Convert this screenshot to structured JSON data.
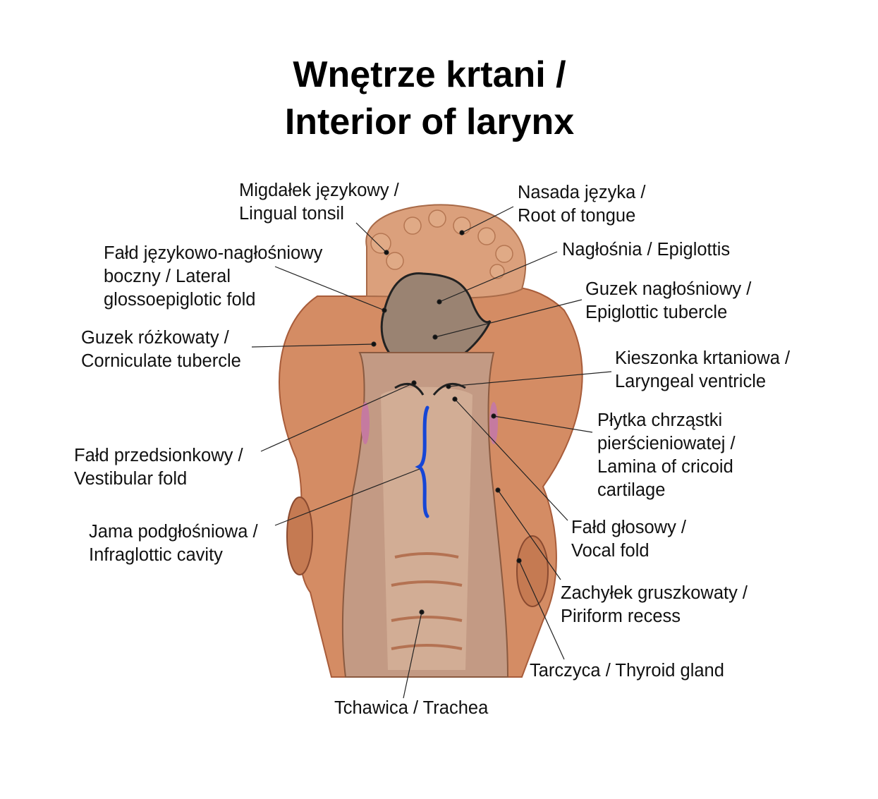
{
  "title": {
    "line1": "Wnętrze krtani /",
    "line2": "Interior of larynx"
  },
  "labels": {
    "lingual_tonsil": [
      "Migdałek językowy /",
      "Lingual tonsil"
    ],
    "root_of_tongue": [
      "Nasada języka /",
      "Root of tongue"
    ],
    "epiglottis": [
      "Nagłośnia / Epiglottis"
    ],
    "epiglottic_tubercle": [
      "Guzek nagłośniowy /",
      "Epiglottic tubercle"
    ],
    "lateral_glossoepiglottic_fold": [
      "Fałd językowo-nagłośniowy",
      "boczny / Lateral",
      "glossoepiglotic fold"
    ],
    "corniculate_tubercle": [
      "Guzek różkowaty /",
      "Corniculate tubercle"
    ],
    "laryngeal_ventricle": [
      "Kieszonka krtaniowa /",
      "Laryngeal ventricle"
    ],
    "cricoid_lamina": [
      "Płytka chrząstki",
      "pierścieniowatej /",
      "Lamina of cricoid",
      "cartilage"
    ],
    "vestibular_fold": [
      "Fałd przedsionkowy /",
      "Vestibular fold"
    ],
    "infraglottic_cavity": [
      "Jama podgłośniowa /",
      "Infraglottic cavity"
    ],
    "vocal_fold": [
      "Fałd głosowy /",
      "Vocal fold"
    ],
    "piriform_recess": [
      "Zachyłek gruszkowaty /",
      "Piriform recess"
    ],
    "thyroid_gland": [
      "Tarczyca / Thyroid gland"
    ],
    "trachea": [
      "Tchawica / Trachea"
    ]
  },
  "colors": {
    "tissue": "#d9906a",
    "tissue_dark": "#b86a45",
    "mucosa": "#c9a28a",
    "brace": "#1546d6"
  }
}
